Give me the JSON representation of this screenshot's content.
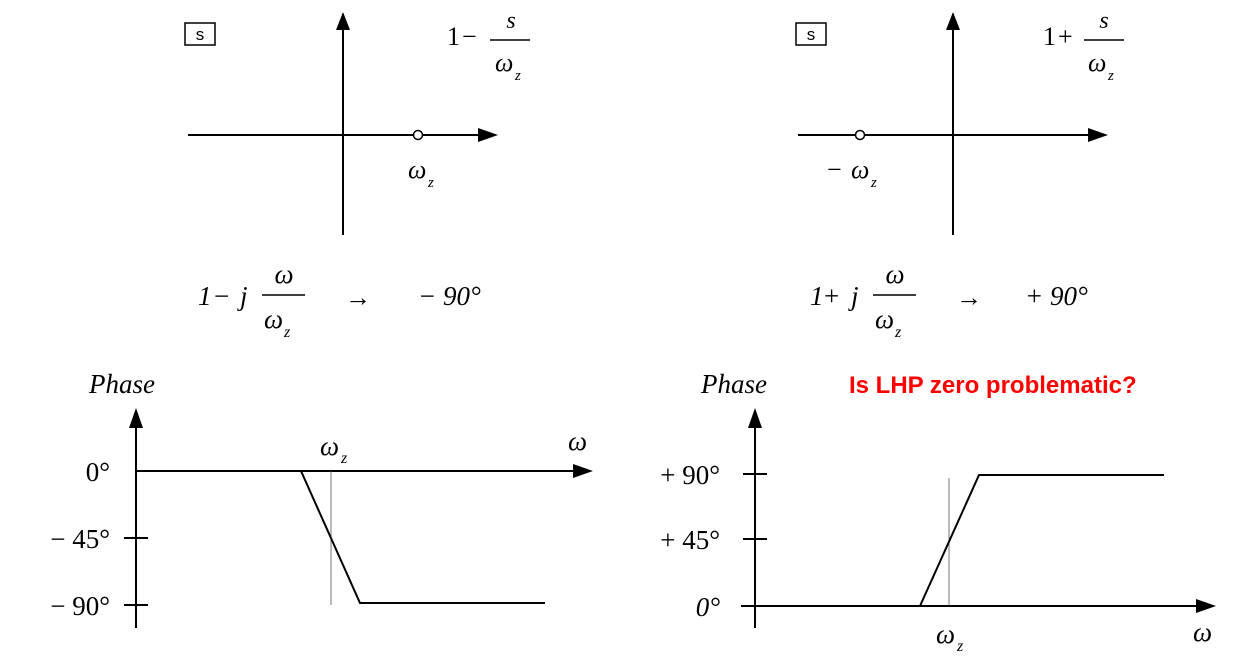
{
  "rhp_zero": {
    "s_plane_label": "s",
    "transfer_function": {
      "lead": "1",
      "op": "−",
      "num": "s",
      "den_sym": "ω",
      "den_sub": "z"
    },
    "zero_label": {
      "sym": "ω",
      "sub": "z"
    },
    "freq_response": {
      "lead": "1",
      "op": "−",
      "j": "j",
      "num": "ω",
      "den_sym": "ω",
      "den_sub": "z",
      "arrow": "→",
      "result": "− 90°"
    },
    "phase_plot": {
      "y_title": "Phase",
      "x_label": "ω",
      "corner_label": {
        "sym": "ω",
        "sub": "z"
      },
      "y_ticks": [
        "0°",
        "− 45°",
        "− 90°"
      ]
    }
  },
  "lhp_zero": {
    "s_plane_label": "s",
    "transfer_function": {
      "lead": "1",
      "op": "+",
      "num": "s",
      "den_sym": "ω",
      "den_sub": "z"
    },
    "zero_label": {
      "sign": "−",
      "sym": "ω",
      "sub": "z"
    },
    "freq_response": {
      "lead": "1",
      "op": "+",
      "j": "j",
      "num": "ω",
      "den_sym": "ω",
      "den_sub": "z",
      "arrow": "→",
      "result": "+ 90°"
    },
    "phase_plot": {
      "y_title": "Phase",
      "x_label": "ω",
      "corner_label": {
        "sym": "ω",
        "sub": "z"
      },
      "y_ticks": [
        "+ 90°",
        "+ 45°",
        "0°"
      ]
    }
  },
  "question": "Is LHP zero problematic?",
  "colors": {
    "question": "#ff0000",
    "ink": "#000000"
  }
}
